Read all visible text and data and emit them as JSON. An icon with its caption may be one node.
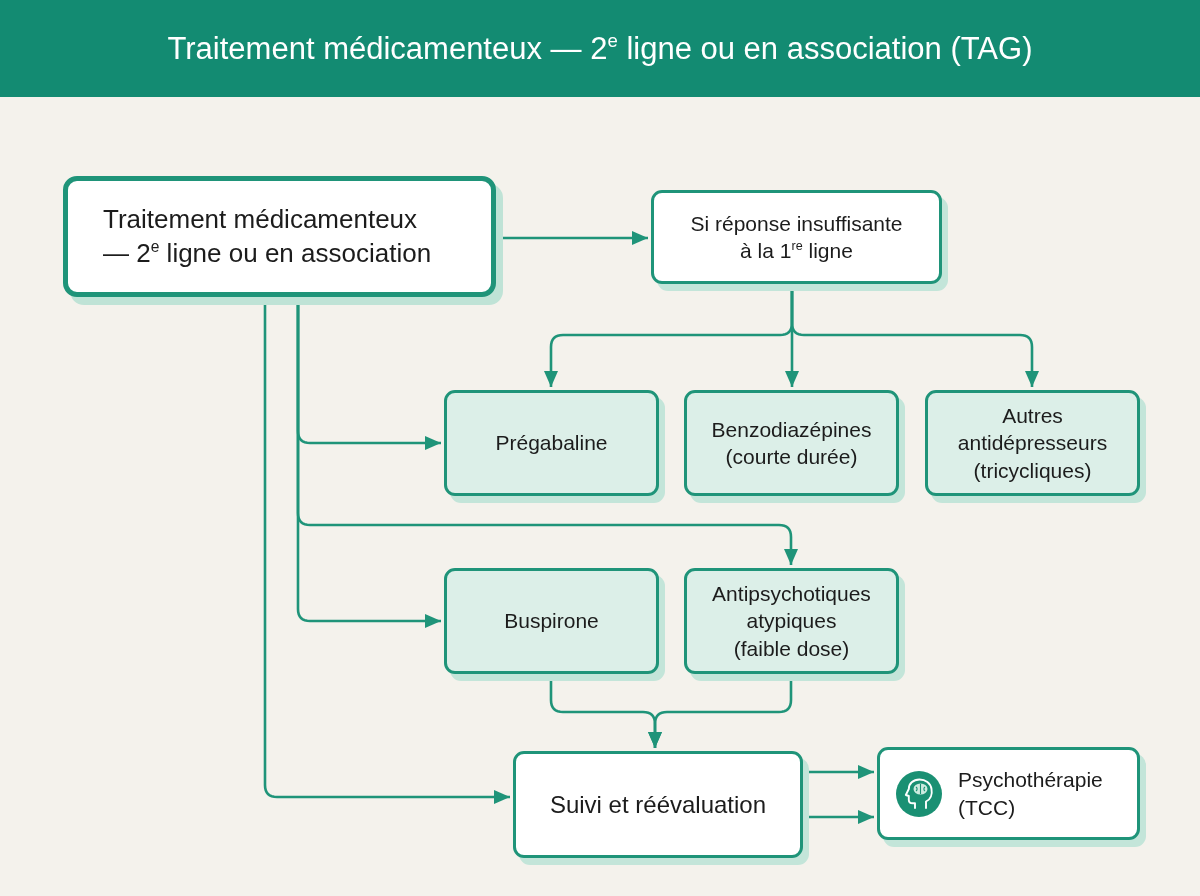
{
  "diagram": {
    "title": "Traitement médicamenteux — 2$^{e}$ ligne ou en association (TAG)",
    "nodes": [
      {
        "text": [
          "Traitement médicamenteux — 2$^{e}$ ligne ou en association"
        ]
      },
      {
        "text": [
          "Si réponse insuffisante à la 1$^{re}$ ligne"
        ]
      },
      {
        "text": [
          "Prégabaline"
        ]
      },
      {
        "text": [
          "Benzodiazépines (courte durée)"
        ]
      },
      {
        "text": [
          "Autres antidépresseurs (tricycliques)"
        ]
      },
      {
        "text": [
          "Buspirone"
        ]
      },
      {
        "text": [
          "Antipsychotiques atypiques (faible dose)"
        ]
      },
      {
        "text": [
          "Suivi et réévaluation"
        ]
      },
      {
        "text": [
          "Psychothérapie (TCC)"
        ]
      }
    ],
    "edges": [
      {
        "from": 0,
        "to": 1,
        "arrow": "to"
      },
      {
        "from": 1,
        "to": 2,
        "arrow": "to"
      },
      {
        "from": 1,
        "to": 3,
        "arrow": "to"
      },
      {
        "from": 1,
        "to": 4,
        "arrow": "to"
      },
      {
        "from": 0,
        "to": 2,
        "arrow": "to"
      },
      {
        "from": 0,
        "to": 6,
        "arrow": "to"
      },
      {
        "from": 0,
        "to": 5,
        "arrow": "to"
      },
      {
        "from": 0,
        "to": 7,
        "arrow": "to"
      },
      {
        "from": 5,
        "to": 7,
        "arrow": "to"
      },
      {
        "from": 6,
        "to": 7,
        "arrow": "to"
      },
      {
        "from": 7,
        "to": 8,
        "arrow": "to"
      },
      {
        "from": 7,
        "to": 8,
        "arrow": "to"
      }
    ]
  }
}
